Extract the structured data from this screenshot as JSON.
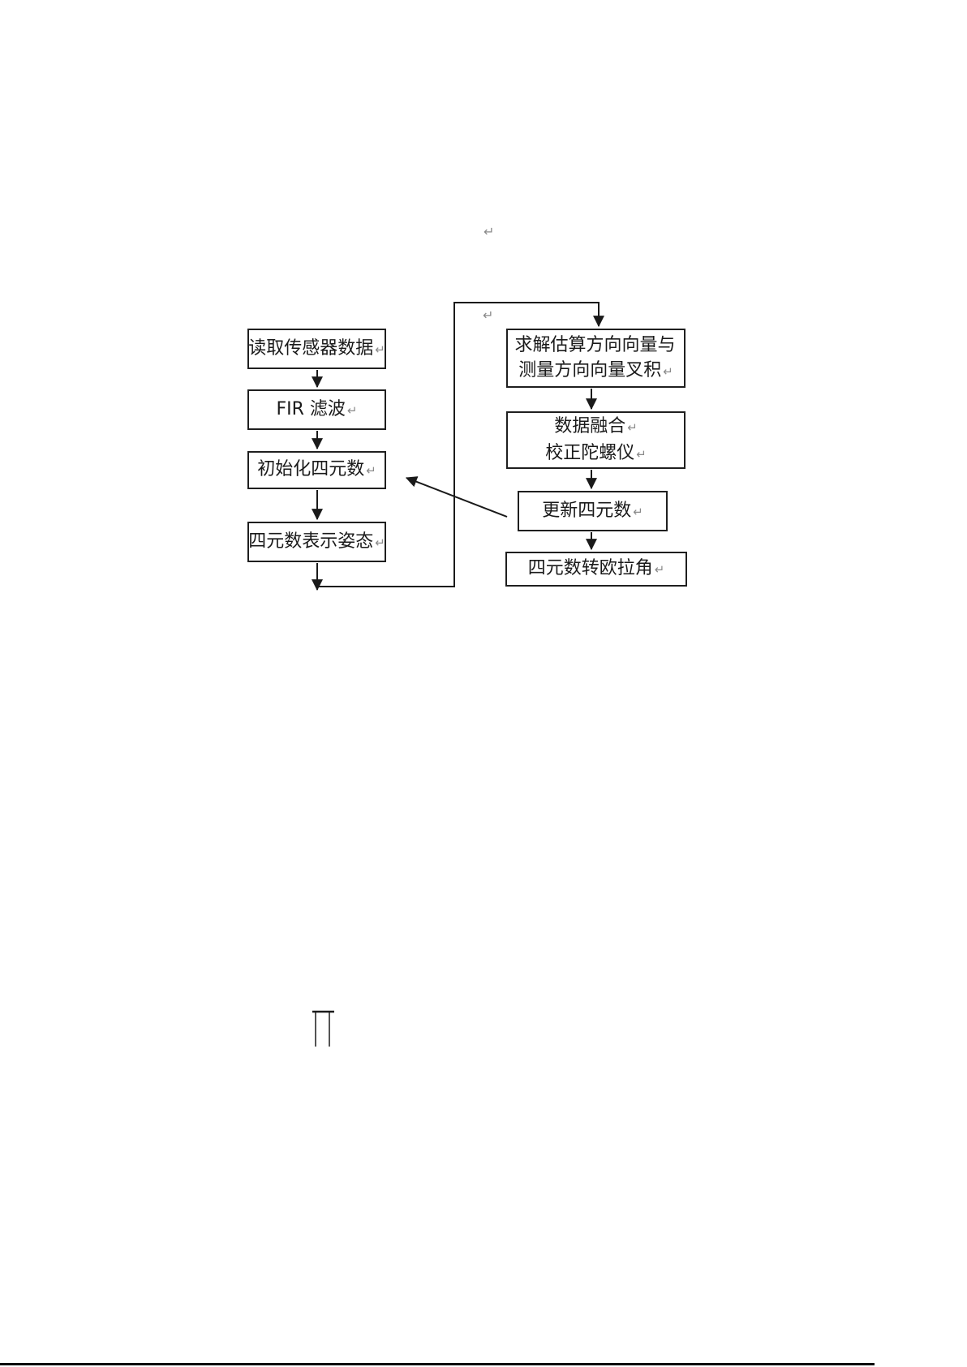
{
  "document": {
    "background": "#ffffff",
    "ink_color": "#1a1a1a",
    "border_color": "#1f1f1f",
    "mark_color": "#8a8a8a",
    "return_mark_glyph": "↵",
    "bottom_rule_color": "#000000"
  },
  "flowchart": {
    "left_boxes": [
      {
        "name": "read-sensor-data",
        "lines": [
          {
            "text": "读取传感器数据",
            "mark": "↵"
          }
        ]
      },
      {
        "name": "fir-filter",
        "lines": [
          {
            "text": "FIR 滤波",
            "mark": "↵"
          }
        ]
      },
      {
        "name": "init-quaternion",
        "lines": [
          {
            "text": "初始化四元数",
            "mark": "↵"
          }
        ]
      },
      {
        "name": "quaternion-attitude",
        "lines": [
          {
            "text": "四元数表示姿态",
            "mark": "↵"
          }
        ]
      }
    ],
    "right_boxes": [
      {
        "name": "solve-cross-product",
        "lines": [
          {
            "text": "求解估算方向向量与"
          },
          {
            "text": "测量方向向量叉积",
            "mark": "↵"
          }
        ]
      },
      {
        "name": "data-fusion-correct-gyro",
        "lines": [
          {
            "text": "数据融合",
            "mark": "↵"
          },
          {
            "text": "校正陀螺仪",
            "mark": "↵"
          }
        ]
      },
      {
        "name": "update-quaternion",
        "lines": [
          {
            "text": "更新四元数",
            "mark": "↵"
          }
        ]
      },
      {
        "name": "quaternion-to-euler",
        "lines": [
          {
            "text": "四元数转欧拉角",
            "mark": "↵"
          }
        ]
      }
    ],
    "edges": [
      {
        "from": "read-sensor-data",
        "to": "fir-filter"
      },
      {
        "from": "fir-filter",
        "to": "init-quaternion"
      },
      {
        "from": "init-quaternion",
        "to": "quaternion-attitude"
      },
      {
        "from": "quaternion-attitude",
        "to": "solve-cross-product",
        "via": "loop-around-top"
      },
      {
        "from": "solve-cross-product",
        "to": "data-fusion-correct-gyro"
      },
      {
        "from": "data-fusion-correct-gyro",
        "to": "update-quaternion"
      },
      {
        "from": "update-quaternion",
        "to": "quaternion-to-euler"
      },
      {
        "from": "update-quaternion",
        "to": "init-quaternion",
        "style": "diagonal-feedback"
      }
    ],
    "floating_marks": [
      {
        "glyph": "↵"
      },
      {
        "glyph": "↵"
      }
    ]
  }
}
